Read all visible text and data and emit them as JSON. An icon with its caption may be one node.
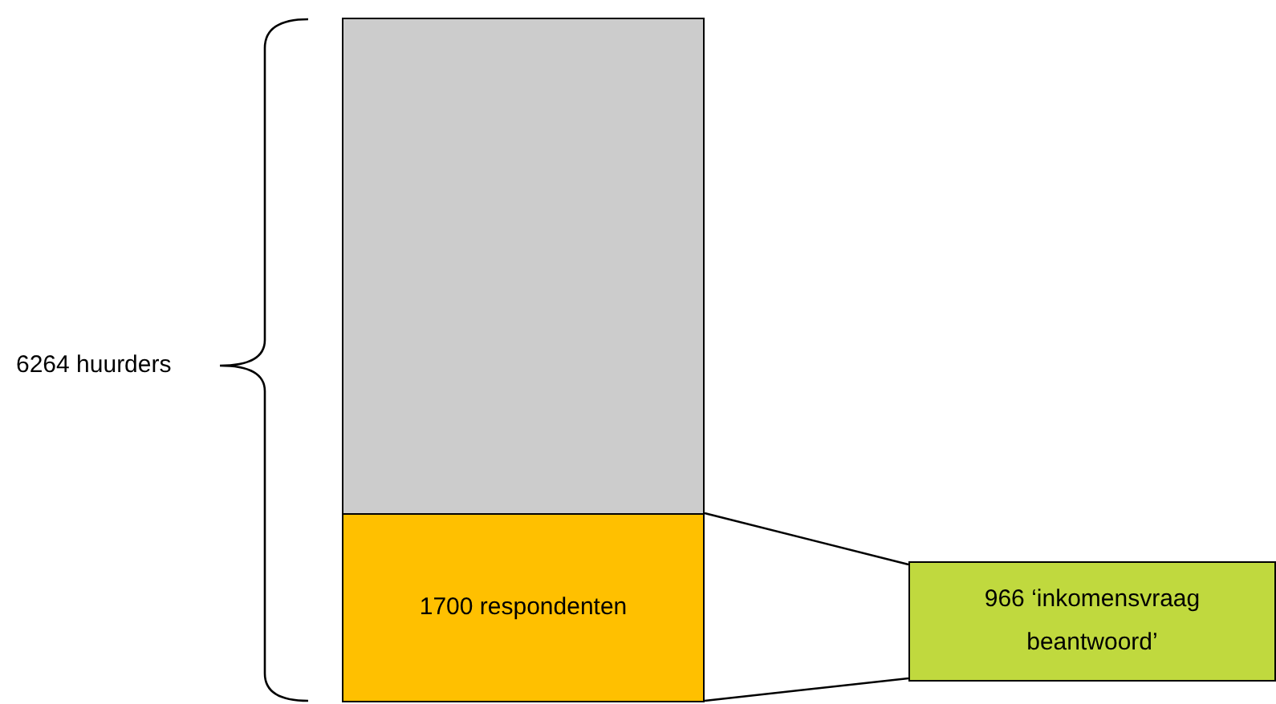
{
  "diagram": {
    "nodes": [
      {
        "text": [],
        "shape": "box"
      },
      {
        "text": [
          "1700 respondenten"
        ]
      },
      {
        "text": [
          "966 ‘inkomensvraag beantwoord’"
        ]
      }
    ],
    "edges": [
      {
        "from": 1,
        "to": 2,
        "arrow": "none"
      },
      {
        "from": 1,
        "to": 2,
        "arrow": "none"
      }
    ],
    "labels": [
      "6264 huurders"
    ]
  }
}
